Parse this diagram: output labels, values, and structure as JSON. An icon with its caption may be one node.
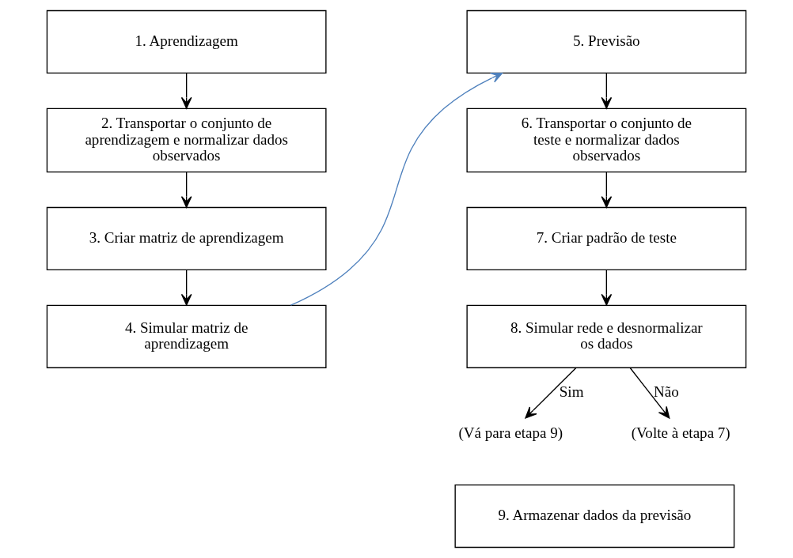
{
  "diagram": {
    "nodes": [
      {
        "text": [
          "1. Aprendizagem"
        ]
      },
      {
        "text": [
          "2. Transportar o conjunto de aprendizagem e normalizar dados observados"
        ]
      },
      {
        "text": [
          "3. Criar matriz de aprendizagem"
        ]
      },
      {
        "text": [
          "4. Simular matriz de aprendizagem"
        ]
      },
      {
        "text": [
          "5. Previsão"
        ]
      },
      {
        "text": [
          "6. Transportar o conjunto de teste e normalizar dados observados"
        ]
      },
      {
        "text": [
          "7. Criar padrão de teste"
        ]
      },
      {
        "text": [
          "8. Simular rede e desnormalizar os dados"
        ]
      },
      {
        "text": [
          "(Vá para etapa 9)"
        ]
      },
      {
        "text": [
          "(Volte à etapa 7)"
        ]
      },
      {
        "text": [
          "9. Armazenar dados da previsão"
        ]
      }
    ],
    "edges": [
      {
        "from": 0,
        "to": 1,
        "arrow": "to"
      },
      {
        "from": 1,
        "to": 2,
        "arrow": "to"
      },
      {
        "from": 2,
        "to": 3,
        "arrow": "to"
      },
      {
        "from": 3,
        "to": 4,
        "arrow": "to",
        "color": "#4f81bd"
      },
      {
        "from": 4,
        "to": 5,
        "arrow": "to"
      },
      {
        "from": 5,
        "to": 6,
        "arrow": "to"
      },
      {
        "from": 6,
        "to": 7,
        "arrow": "to"
      },
      {
        "from": 7,
        "to": 8,
        "arrow": "to",
        "label": "Sim"
      },
      {
        "from": 7,
        "to": 9,
        "arrow": "to",
        "label": "Não"
      }
    ]
  }
}
